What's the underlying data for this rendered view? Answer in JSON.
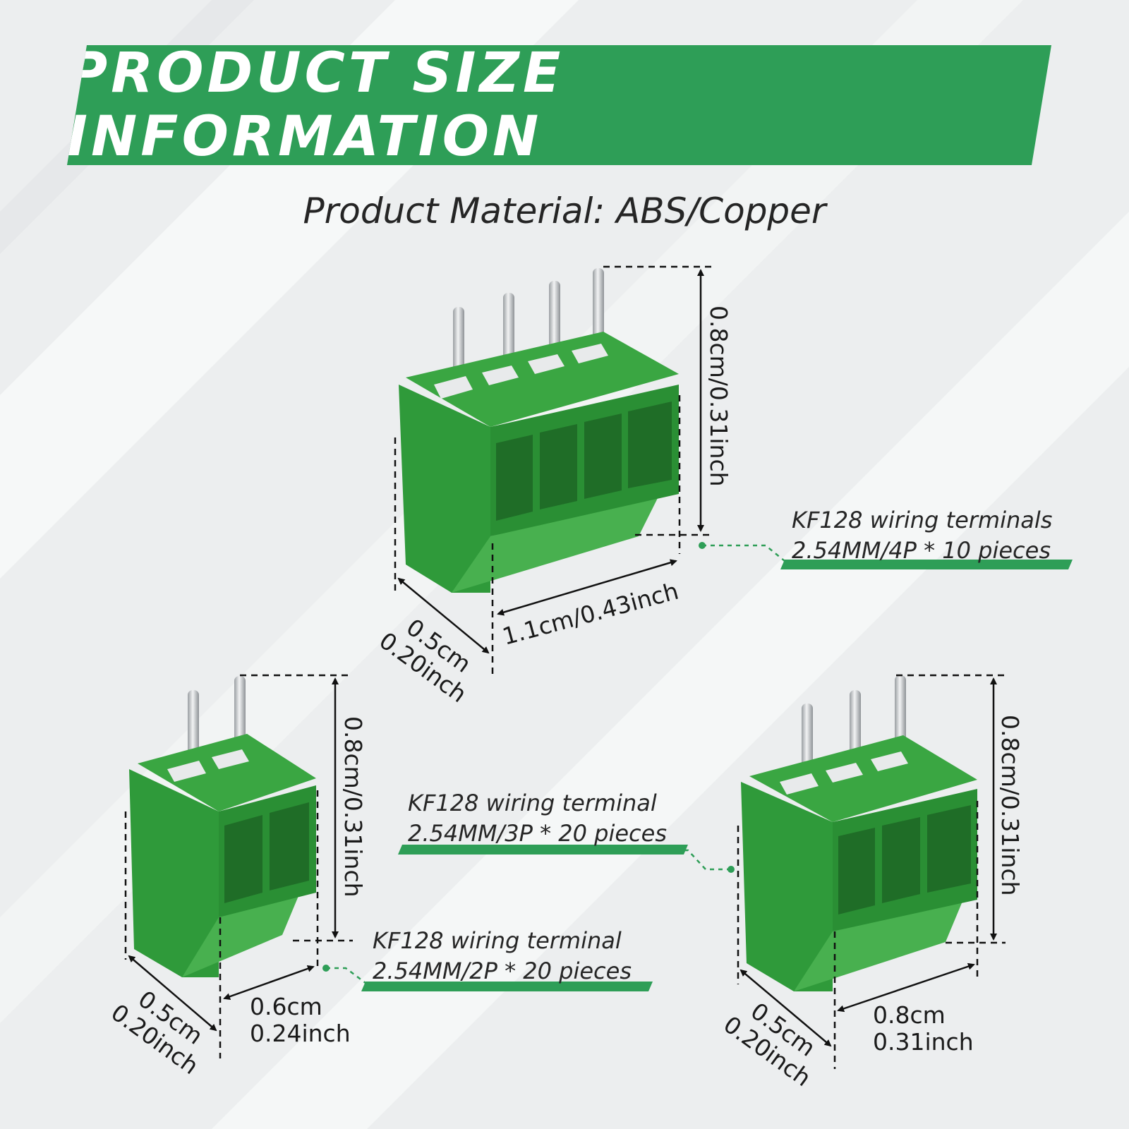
{
  "banner": {
    "title": "PRODUCT SIZE INFORMATION"
  },
  "material": "Product Material: ABS/Copper",
  "colors": {
    "brand_green": "#2e9e57",
    "terminal_green": "#2f9a3a",
    "terminal_dark": "#24782d",
    "terminal_light": "#45ad4c",
    "pin": "#c6c9cc",
    "background": "#eceeef"
  },
  "products": [
    {
      "name": "4P",
      "label_line1": "KF128 wiring terminals",
      "label_line2": "2.54MM/4P * 10 pieces",
      "height": "0.8cm/0.31inch",
      "width": "1.1cm/0.43inch",
      "depth_cm": "0.5cm",
      "depth_inch": "0.20inch"
    },
    {
      "name": "2P",
      "label_line1": "KF128 wiring terminal",
      "label_line2": "2.54MM/2P * 20 pieces",
      "height": "0.8cm/0.31inch",
      "width_cm": "0.6cm",
      "width_inch": "0.24inch",
      "depth_cm": "0.5cm",
      "depth_inch": "0.20inch"
    },
    {
      "name": "3P",
      "label_line1": "KF128 wiring terminal",
      "label_line2": "2.54MM/3P * 20 pieces",
      "height": "0.8cm/0.31inch",
      "width_cm": "0.8cm",
      "width_inch": "0.31inch",
      "depth_cm": "0.5cm",
      "depth_inch": "0.20inch"
    }
  ]
}
